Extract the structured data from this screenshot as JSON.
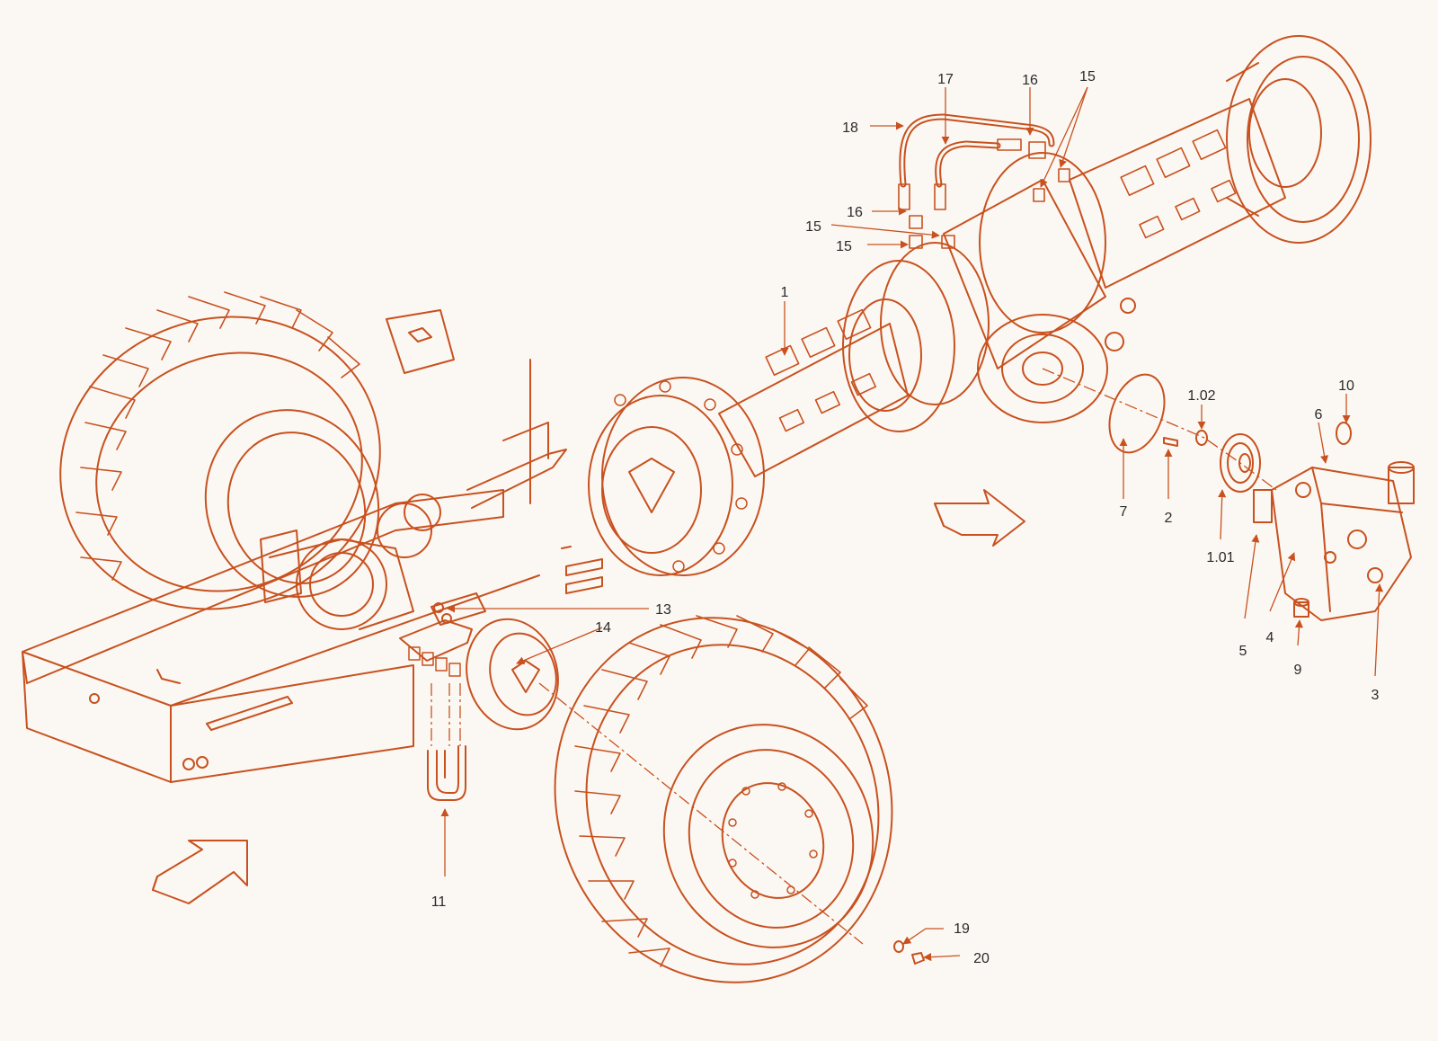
{
  "colors": {
    "background": "#fbf8f3",
    "line": "#c8511f",
    "label": "#2a2a2a",
    "leader": "#c8511f"
  },
  "callouts": {
    "c1": "1",
    "c101": "1.01",
    "c102": "1.02",
    "c2": "2",
    "c3": "3",
    "c4": "4",
    "c5": "5",
    "c6": "6",
    "c7": "7",
    "c9": "9",
    "c10": "10",
    "c11": "11",
    "c13": "13",
    "c14": "14",
    "c15a": "15",
    "c15b": "15",
    "c15c": "15",
    "c16a": "16",
    "c16b": "16",
    "c17": "17",
    "c18": "18",
    "c19": "19",
    "c20": "20"
  },
  "icons": {
    "flow_arrow_left": "direction-arrow-icon",
    "flow_arrow_right": "direction-arrow-icon"
  }
}
